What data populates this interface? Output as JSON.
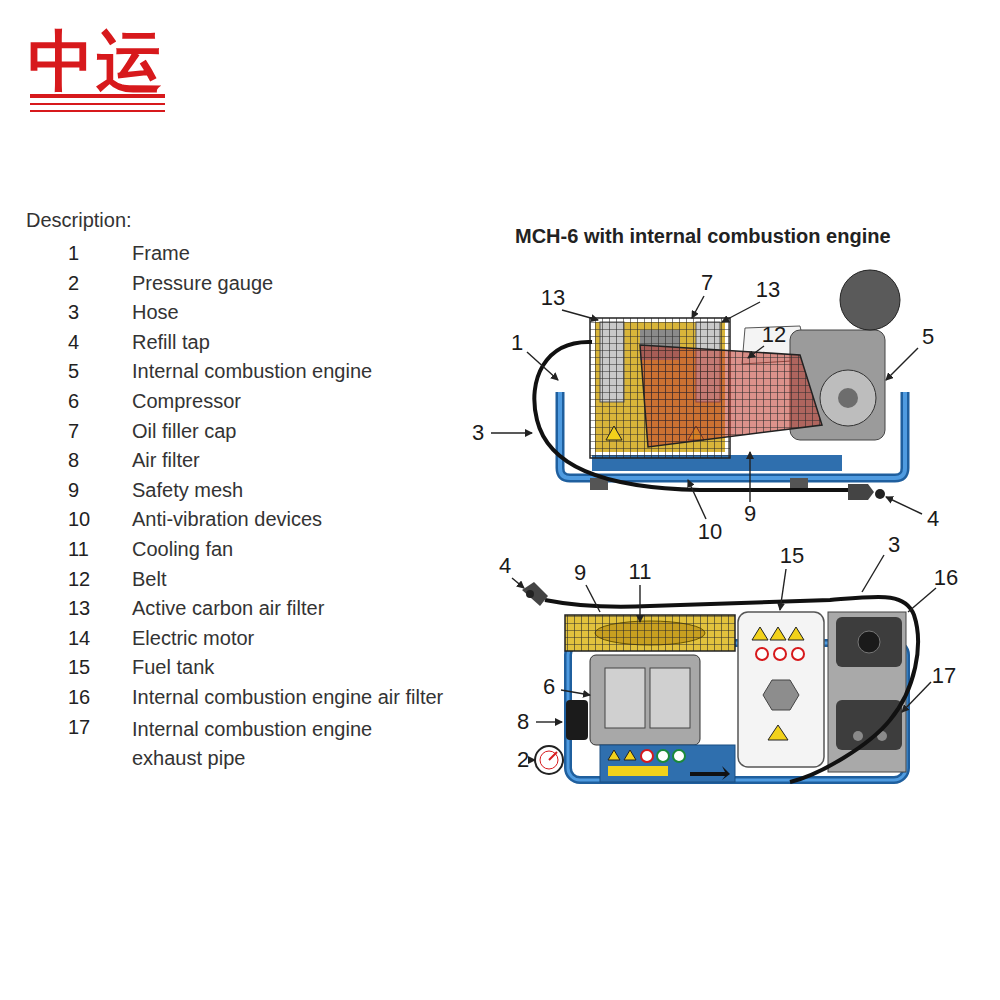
{
  "diagram": {
    "title": "MCH-6 with internal combustion engine",
    "labels": [
      "中运",
      "Description:",
      "1",
      "Frame",
      "2",
      "Pressure gauge",
      "3",
      "Hose",
      "4",
      "Refill tap",
      "5",
      "Internal combustion engine",
      "6",
      "Compressor",
      "7",
      "Oil filler cap",
      "8",
      "Air filter",
      "9",
      "Safety mesh",
      "10",
      "Anti-vibration devices",
      "11",
      "Cooling fan",
      "12",
      "Belt",
      "13",
      "Active carbon air filter",
      "14",
      "Electric motor",
      "15",
      "Fuel tank",
      "16",
      "Internal combustion engine air filter",
      "17",
      "Internal combustion engine exhaust pipe",
      "13",
      "7",
      "13",
      "1",
      "12",
      "5",
      "3",
      "10",
      "9",
      "4",
      "4",
      "9",
      "11",
      "15",
      "3",
      "16",
      "6",
      "17",
      "8",
      "2"
    ]
  }
}
